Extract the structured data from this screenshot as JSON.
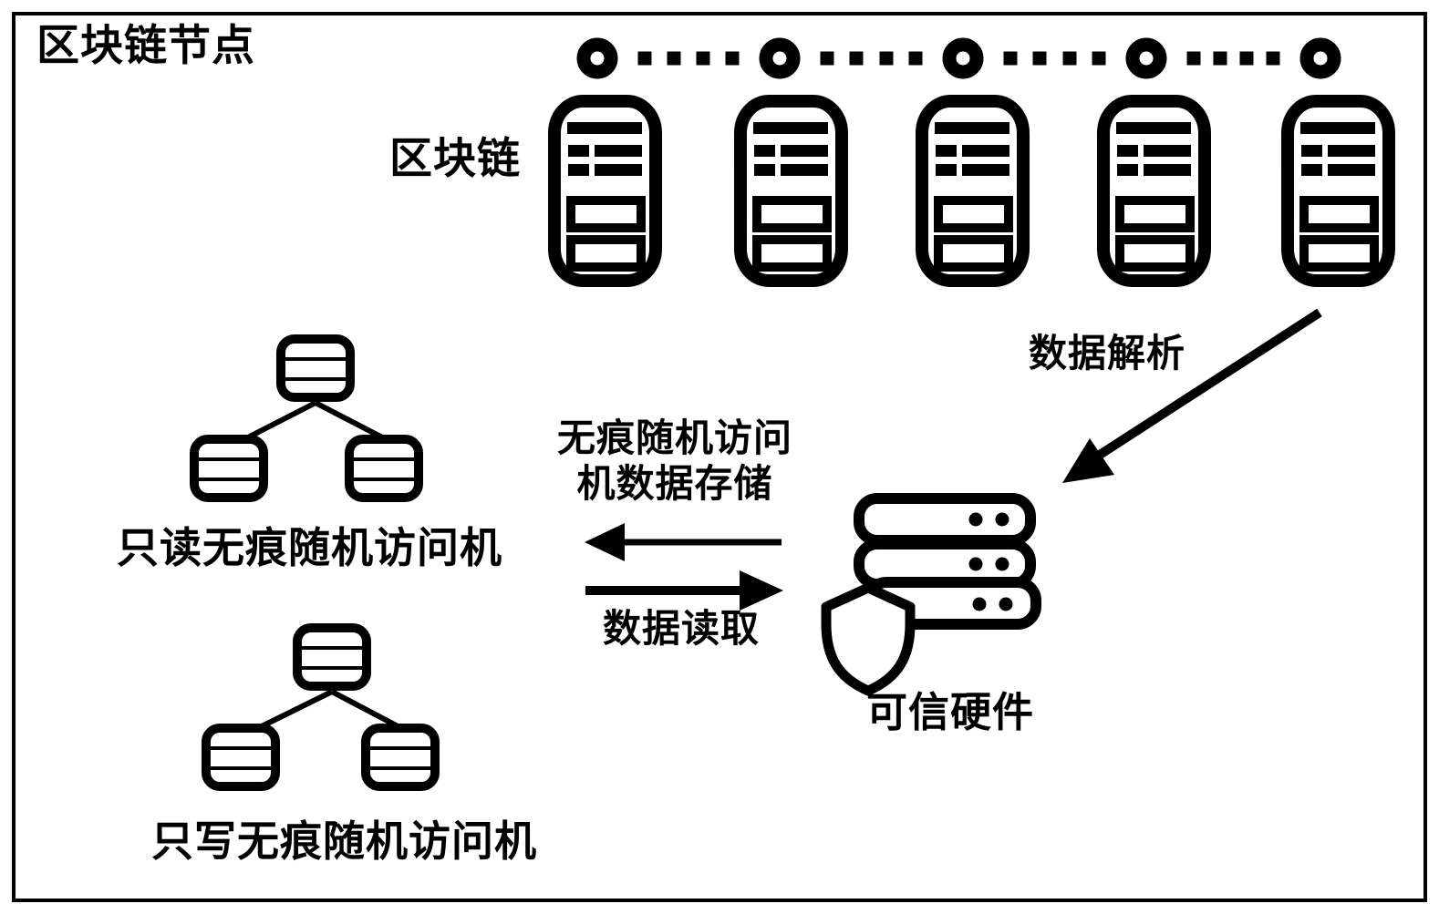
{
  "canvas": {
    "background": "#ffffff",
    "ink": "#000000"
  },
  "header": {
    "title": "区块链节点"
  },
  "blockchain_row": {
    "label": "区块链",
    "server_count": 5,
    "chain_circle_count": 5,
    "chain_dots_between_circles": 4
  },
  "flows": {
    "data_parse_label": "数据解析",
    "oram_store_label_line1": "无痕随机访问",
    "oram_store_label_line2": "机数据存储",
    "data_read_label": "数据读取"
  },
  "trusted_hardware": {
    "label": "可信硬件"
  },
  "read_only_oram": {
    "label": "只读无痕随机访问机"
  },
  "write_only_oram": {
    "label": "只写无痕随机访问机"
  }
}
